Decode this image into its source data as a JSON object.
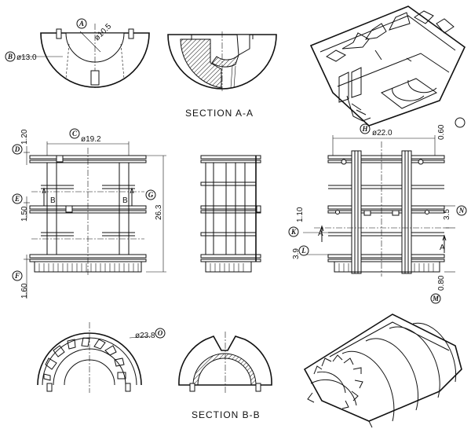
{
  "sections": {
    "a_a": "SECTION  A-A",
    "b_b": "SECTION  B-B"
  },
  "callouts": {
    "A": "A",
    "B": "B",
    "C": "C",
    "D": "D",
    "E": "E",
    "F": "F",
    "G": "G",
    "H": "H",
    "K": "K",
    "L": "L",
    "M": "M",
    "N": "N",
    "O": "O"
  },
  "dimensions": {
    "A": "ø10.5",
    "B": "ø13.0",
    "C": "ø19.2",
    "D": "1.20",
    "E": "1.50",
    "F": "1.60",
    "G": "26.3",
    "H": "ø22.0",
    "H_side": "0.60",
    "K": "1.10",
    "L": "3.9",
    "M": "0.80",
    "N": "3.5",
    "O": "ø23.8"
  },
  "section_marks": {
    "b_left": "B",
    "b_right": "B",
    "a_top": "A",
    "a_bottom": "A"
  }
}
